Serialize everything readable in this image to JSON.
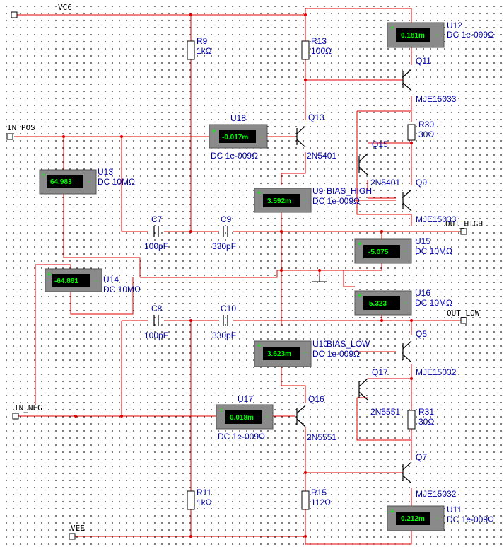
{
  "nets": {
    "vcc": "VCC",
    "vee": "VEE",
    "in_pos": "IN_POS",
    "in_neg": "IN_NEG",
    "out_high": "OUT_HIGH",
    "out_low": "OUT_LOW"
  },
  "resistors": {
    "r9": {
      "name": "R9",
      "value": "1kΩ"
    },
    "r13": {
      "name": "R13",
      "value": "100Ω"
    },
    "r30": {
      "name": "R30",
      "value": "30Ω"
    },
    "r31": {
      "name": "R31",
      "value": "30Ω"
    },
    "r11": {
      "name": "R11",
      "value": "1kΩ"
    },
    "r15": {
      "name": "R15",
      "value": "112Ω"
    }
  },
  "capacitors": {
    "c7": {
      "name": "C7",
      "value": "100pF"
    },
    "c9": {
      "name": "C9",
      "value": "330pF"
    },
    "c8": {
      "name": "C8",
      "value": "100pF"
    },
    "c10": {
      "name": "C10",
      "value": "330pF"
    }
  },
  "transistors": {
    "q11": {
      "name": "Q11",
      "model": "MJE15033"
    },
    "q13": {
      "name": "Q13",
      "model": "2N5401"
    },
    "q15": {
      "name": "Q15",
      "model": "2N5401"
    },
    "q9": {
      "name": "Q9",
      "model": "MJE15033"
    },
    "q5": {
      "name": "Q5",
      "model": "MJE15032"
    },
    "q17": {
      "name": "Q17",
      "model": "2N5551"
    },
    "q16": {
      "name": "Q16",
      "model": "2N5551"
    },
    "q7": {
      "name": "Q7",
      "model": "MJE15032"
    }
  },
  "meters": {
    "u12": {
      "name": "U12",
      "reading": "0.181m",
      "setting": "DC  1e-009Ω"
    },
    "u18": {
      "name": "U18",
      "reading": "-0.017m",
      "setting": "DC  1e-009Ω"
    },
    "u13": {
      "name": "U13",
      "reading": "64.983",
      "setting": "DC  10MΩ"
    },
    "u9": {
      "name": "U9",
      "reading": "3.592m",
      "setting": "DC  1e-009Ω"
    },
    "u15": {
      "name": "U15",
      "reading": "-5.075",
      "setting": "DC  10MΩ"
    },
    "u14": {
      "name": "U14",
      "reading": "-64.881",
      "setting": "DC  10MΩ"
    },
    "u16": {
      "name": "U16",
      "reading": "5.323",
      "setting": "DC  10MΩ"
    },
    "u10": {
      "name": "U10",
      "reading": "3.623m",
      "setting": "DC  1e-009Ω"
    },
    "u17": {
      "name": "U17",
      "reading": "0.018m",
      "setting": "DC  1e-009Ω"
    },
    "u11": {
      "name": "U11",
      "reading": "0.212m",
      "setting": "DC  1e-009Ω"
    }
  },
  "bias": {
    "high": "BIAS_HIGH",
    "low": "BIAS_LOW"
  },
  "colors": {
    "wire": "#e00000",
    "label": "#0000aa",
    "meter_display": "#00ff00",
    "meter_body": "#8a8a8a"
  }
}
